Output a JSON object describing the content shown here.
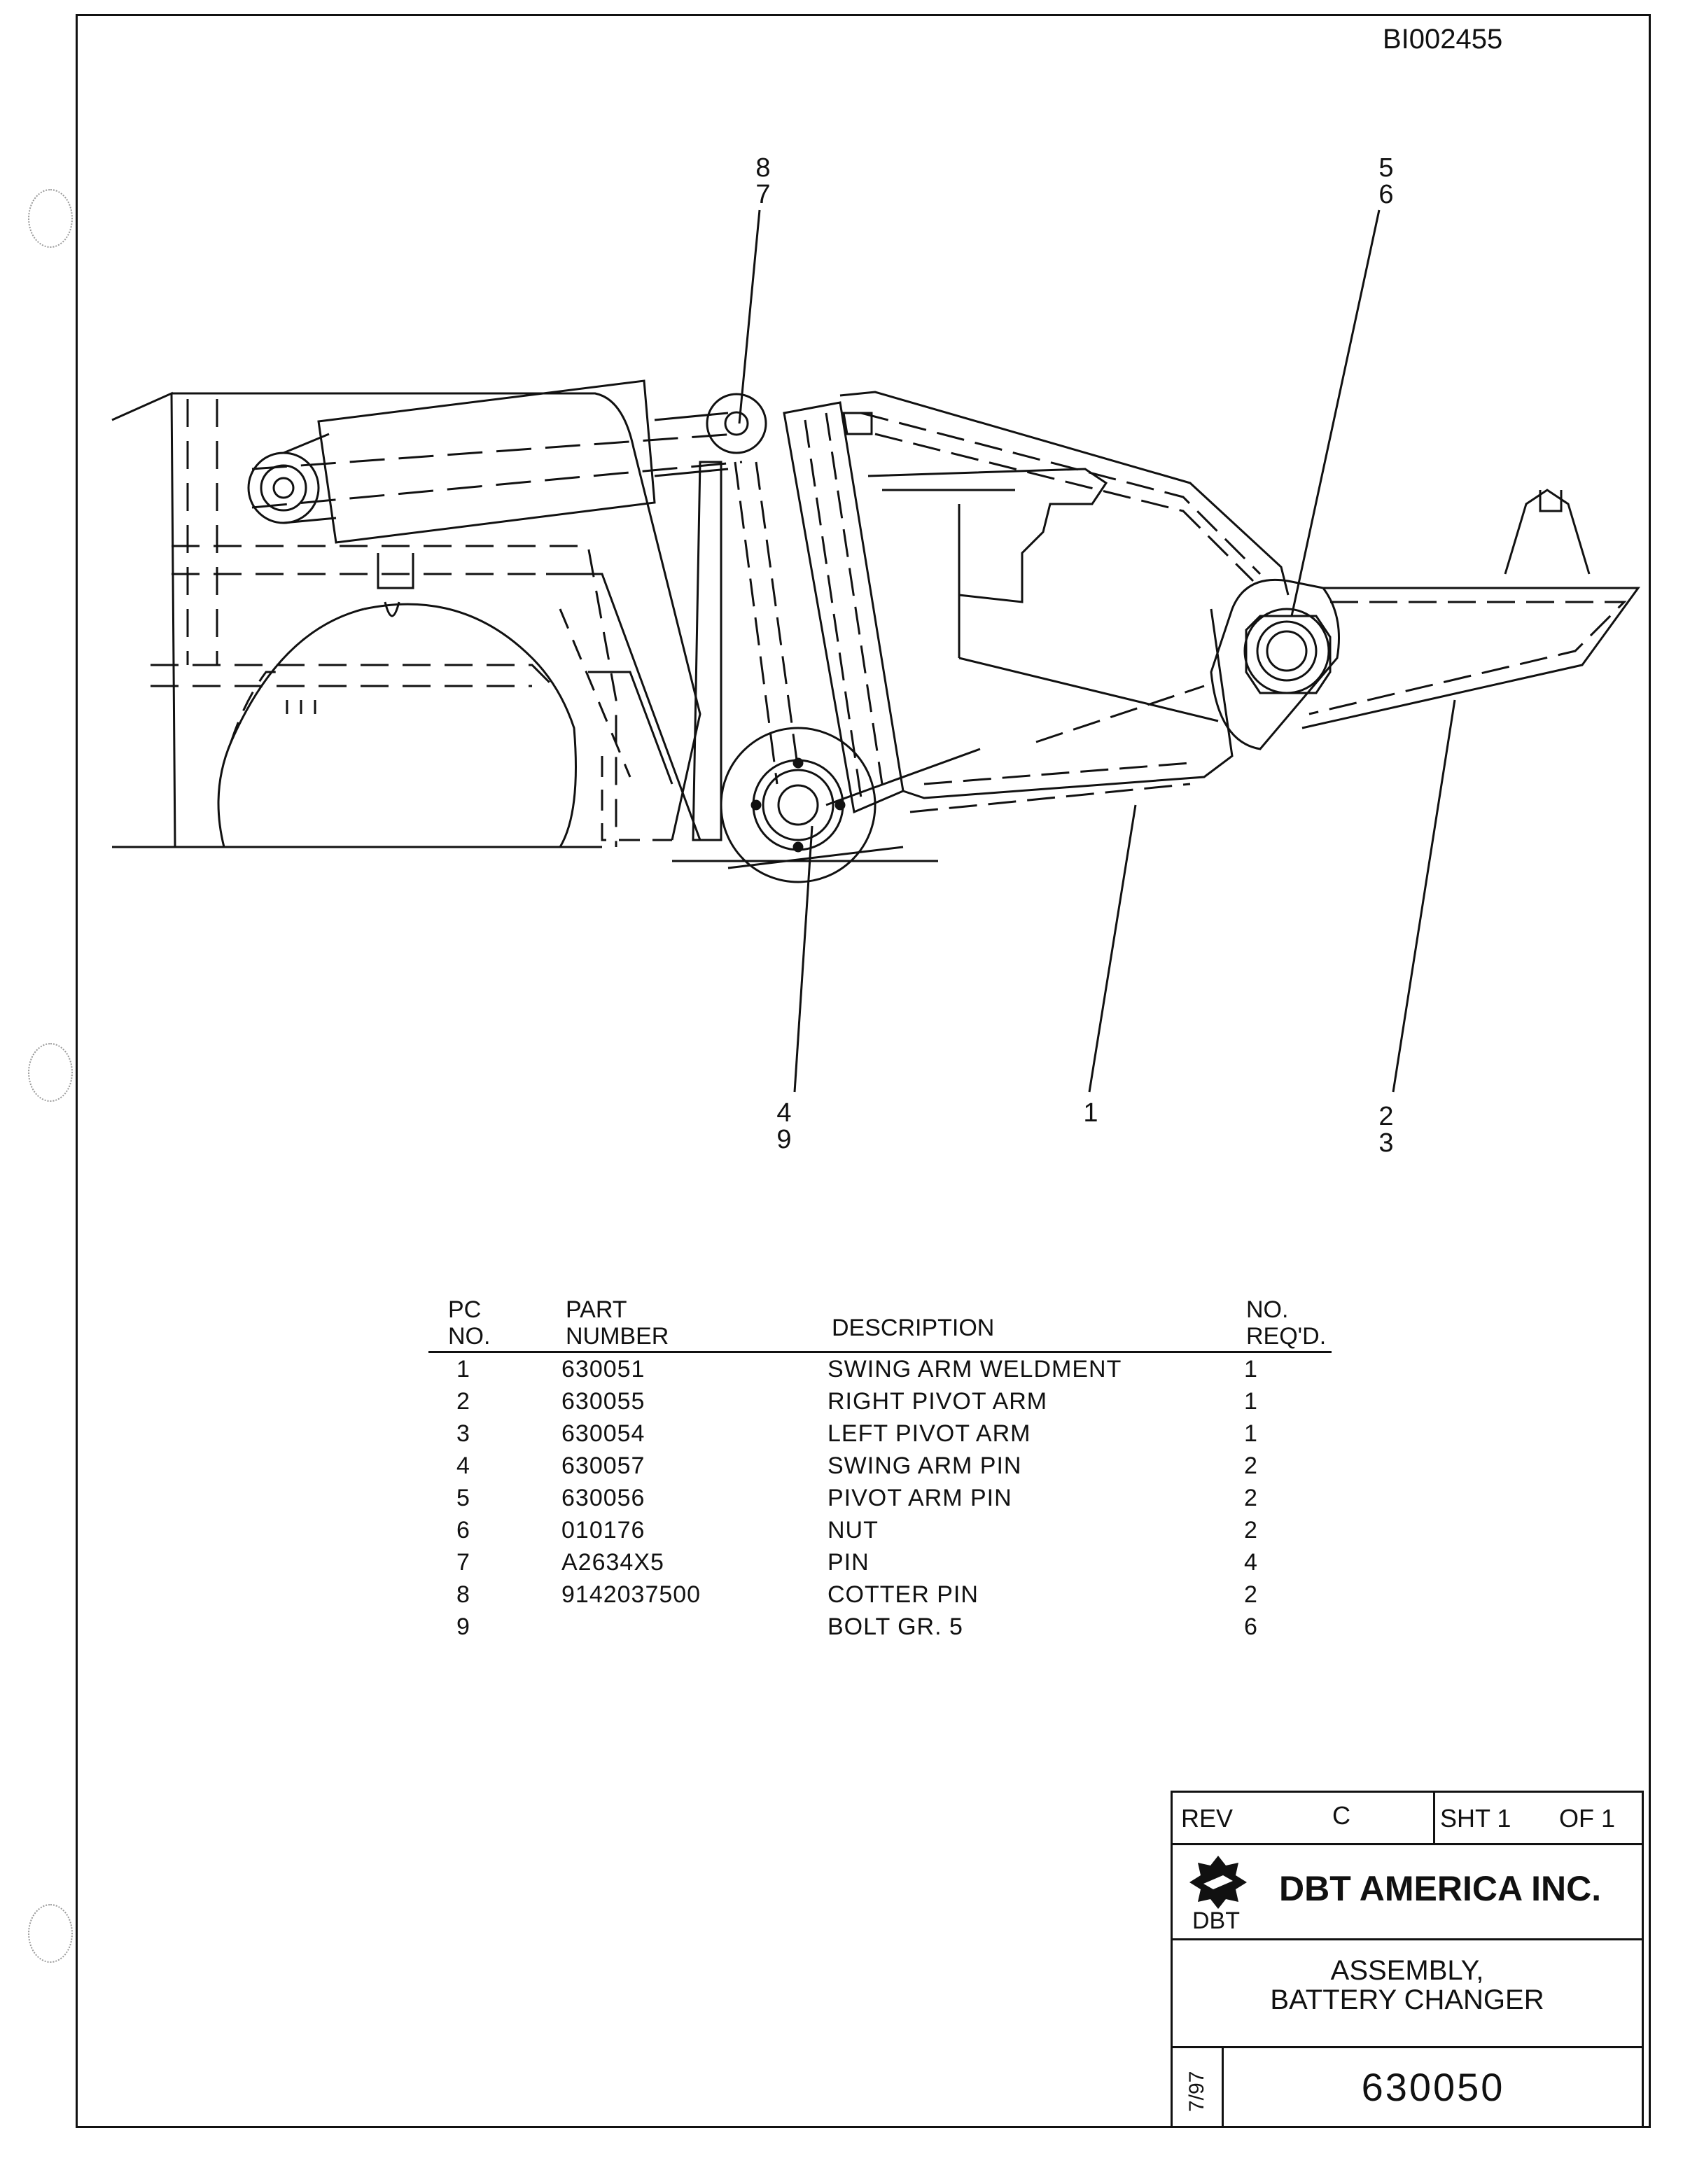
{
  "doc_id": "BI002455",
  "callouts": [
    {
      "id": "c-8",
      "text": "8"
    },
    {
      "id": "c-7",
      "text": "7"
    },
    {
      "id": "c-5",
      "text": "5"
    },
    {
      "id": "c-6",
      "text": "6"
    },
    {
      "id": "c-4",
      "text": "4"
    },
    {
      "id": "c-9",
      "text": "9"
    },
    {
      "id": "c-1",
      "text": "1"
    },
    {
      "id": "c-2",
      "text": "2"
    },
    {
      "id": "c-3",
      "text": "3"
    }
  ],
  "parts_table": {
    "headers": {
      "pc_no": "PC\nNO.",
      "part_number": "PART\nNUMBER",
      "description": "DESCRIPTION",
      "no_reqd": "NO.\nREQ'D."
    },
    "rows": [
      {
        "pc": "1",
        "part": "630051",
        "desc": "SWING ARM WELDMENT",
        "qty": "1"
      },
      {
        "pc": "2",
        "part": "630055",
        "desc": "RIGHT PIVOT ARM",
        "qty": "1"
      },
      {
        "pc": "3",
        "part": "630054",
        "desc": "LEFT PIVOT ARM",
        "qty": "1"
      },
      {
        "pc": "4",
        "part": "630057",
        "desc": "SWING ARM PIN",
        "qty": "2"
      },
      {
        "pc": "5",
        "part": "630056",
        "desc": "PIVOT ARM PIN",
        "qty": "2"
      },
      {
        "pc": "6",
        "part": "010176",
        "desc": "NUT",
        "qty": "2"
      },
      {
        "pc": "7",
        "part": "A2634X5",
        "desc": "PIN",
        "qty": "4"
      },
      {
        "pc": "8",
        "part": "9142037500",
        "desc": "COTTER PIN",
        "qty": "2"
      },
      {
        "pc": "9",
        "part": "",
        "desc": "BOLT GR. 5",
        "qty": "6"
      }
    ]
  },
  "title_block": {
    "rev_label": "REV",
    "rev_value": "C",
    "sheet_label": "SHT 1",
    "of_label": "OF 1",
    "company": "DBT AMERICA INC.",
    "logo_text": "DBT",
    "title_line1": "ASSEMBLY,",
    "title_line2": "BATTERY CHANGER",
    "date": "7/97",
    "part_number": "630050"
  }
}
